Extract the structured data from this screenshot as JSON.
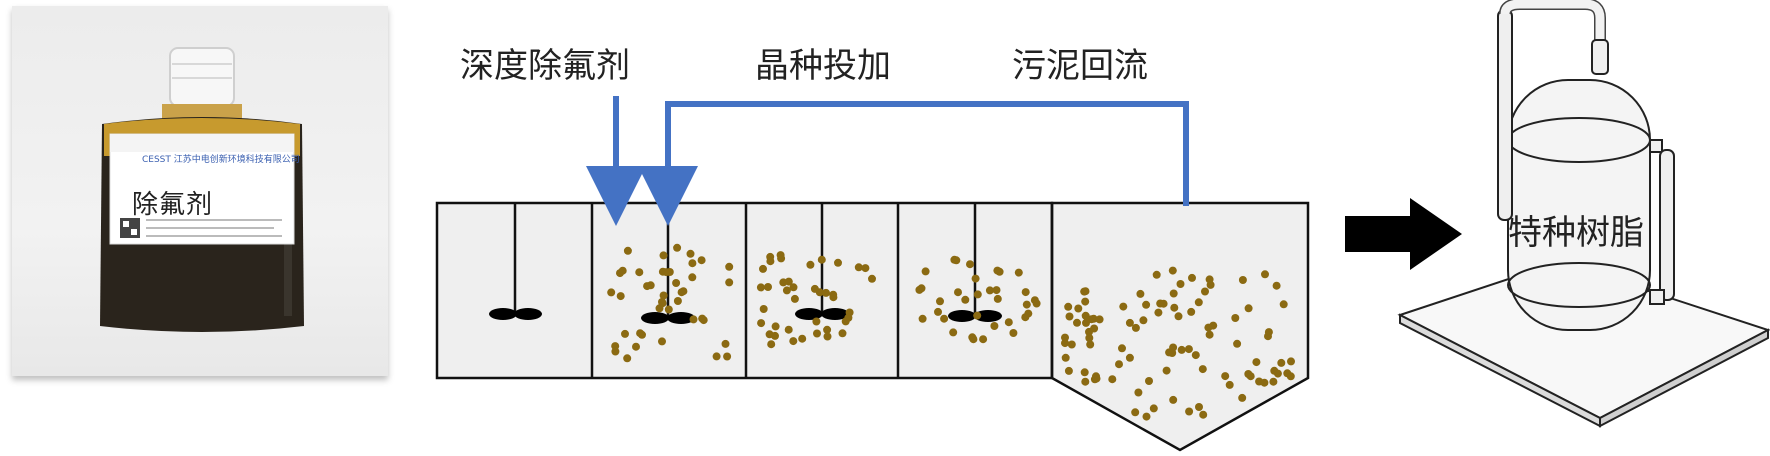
{
  "product_photo": {
    "bottle_title": "除氟剂",
    "label_header": "CESST 江苏中电创新环境科技有限公司"
  },
  "process": {
    "labels": {
      "agent": "深度除氟剂",
      "seed": "晶种投加",
      "sludge": "污泥回流"
    },
    "flow_color": "#4472c4"
  },
  "resin": {
    "label": "特种树脂"
  }
}
